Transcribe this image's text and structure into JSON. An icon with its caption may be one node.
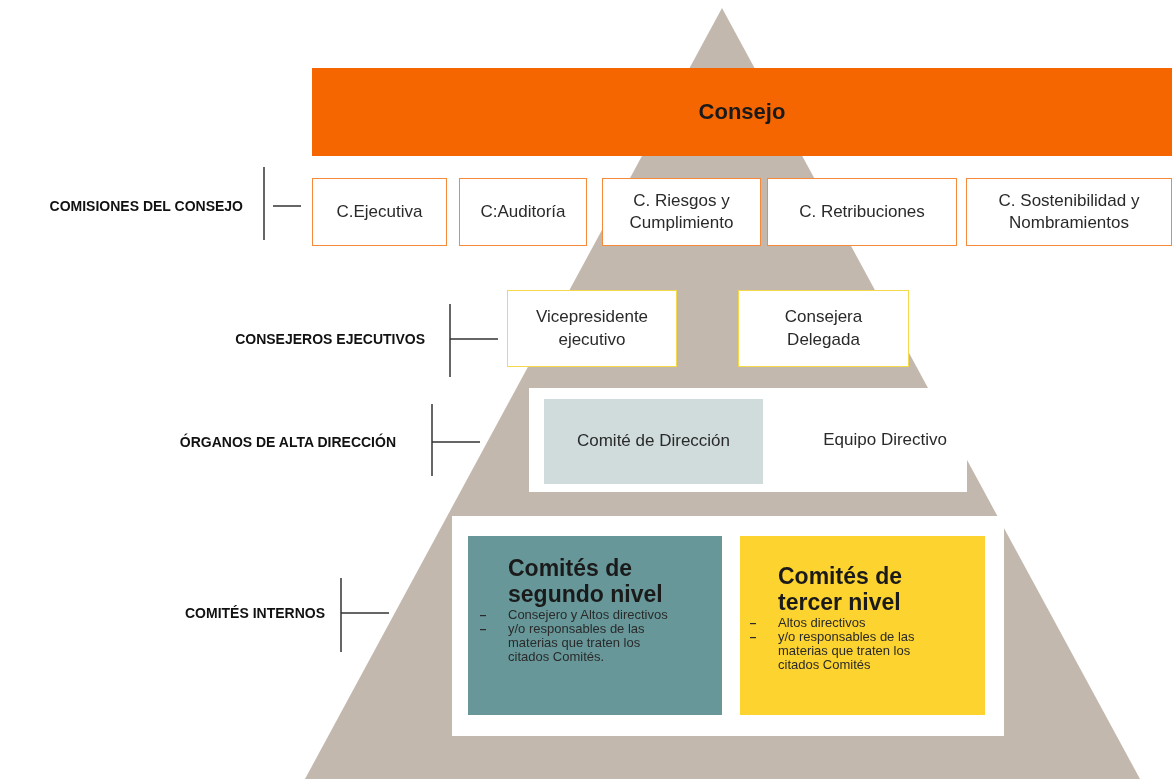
{
  "diagram": {
    "nodes": [
      {
        "text": [
          "Consejo"
        ]
      },
      {
        "text": [
          "C.Ejecutiva"
        ]
      },
      {
        "text": [
          "C:Auditoría"
        ]
      },
      {
        "text": [
          "C. Riesgos y Cumplimiento"
        ]
      },
      {
        "text": [
          "C. Retribuciones"
        ]
      },
      {
        "text": [
          "C. Sostenibilidad y Nombramientos"
        ]
      },
      {
        "text": [
          "Vicepresidente ejecutivo"
        ]
      },
      {
        "text": [
          "Consejera Delegada"
        ]
      },
      {
        "text": [
          "Equipo Directivo"
        ]
      },
      {
        "text": [
          "Comité de Dirección"
        ],
        "in": 8
      },
      {
        "text": [],
        "shape": "box"
      },
      {
        "text": [
          "Comités de segundo nivel",
          "Consejero y Altos directivos",
          "y/o responsables de las materias que traten los citados Comités."
        ],
        "in": 10
      },
      {
        "text": [
          "Comités de tercer nivel",
          "Altos directivos",
          "y/o responsables de las materias que traten los citados Comités"
        ],
        "in": 10
      }
    ],
    "edges": [],
    "labels": [
      "COMISIONES DEL CONSEJO",
      "CONSEJEROS EJECUTIVOS",
      "ÓRGANOS DE ALTA DIRECCIÓN",
      "COMITÉS INTERNOS"
    ]
  }
}
